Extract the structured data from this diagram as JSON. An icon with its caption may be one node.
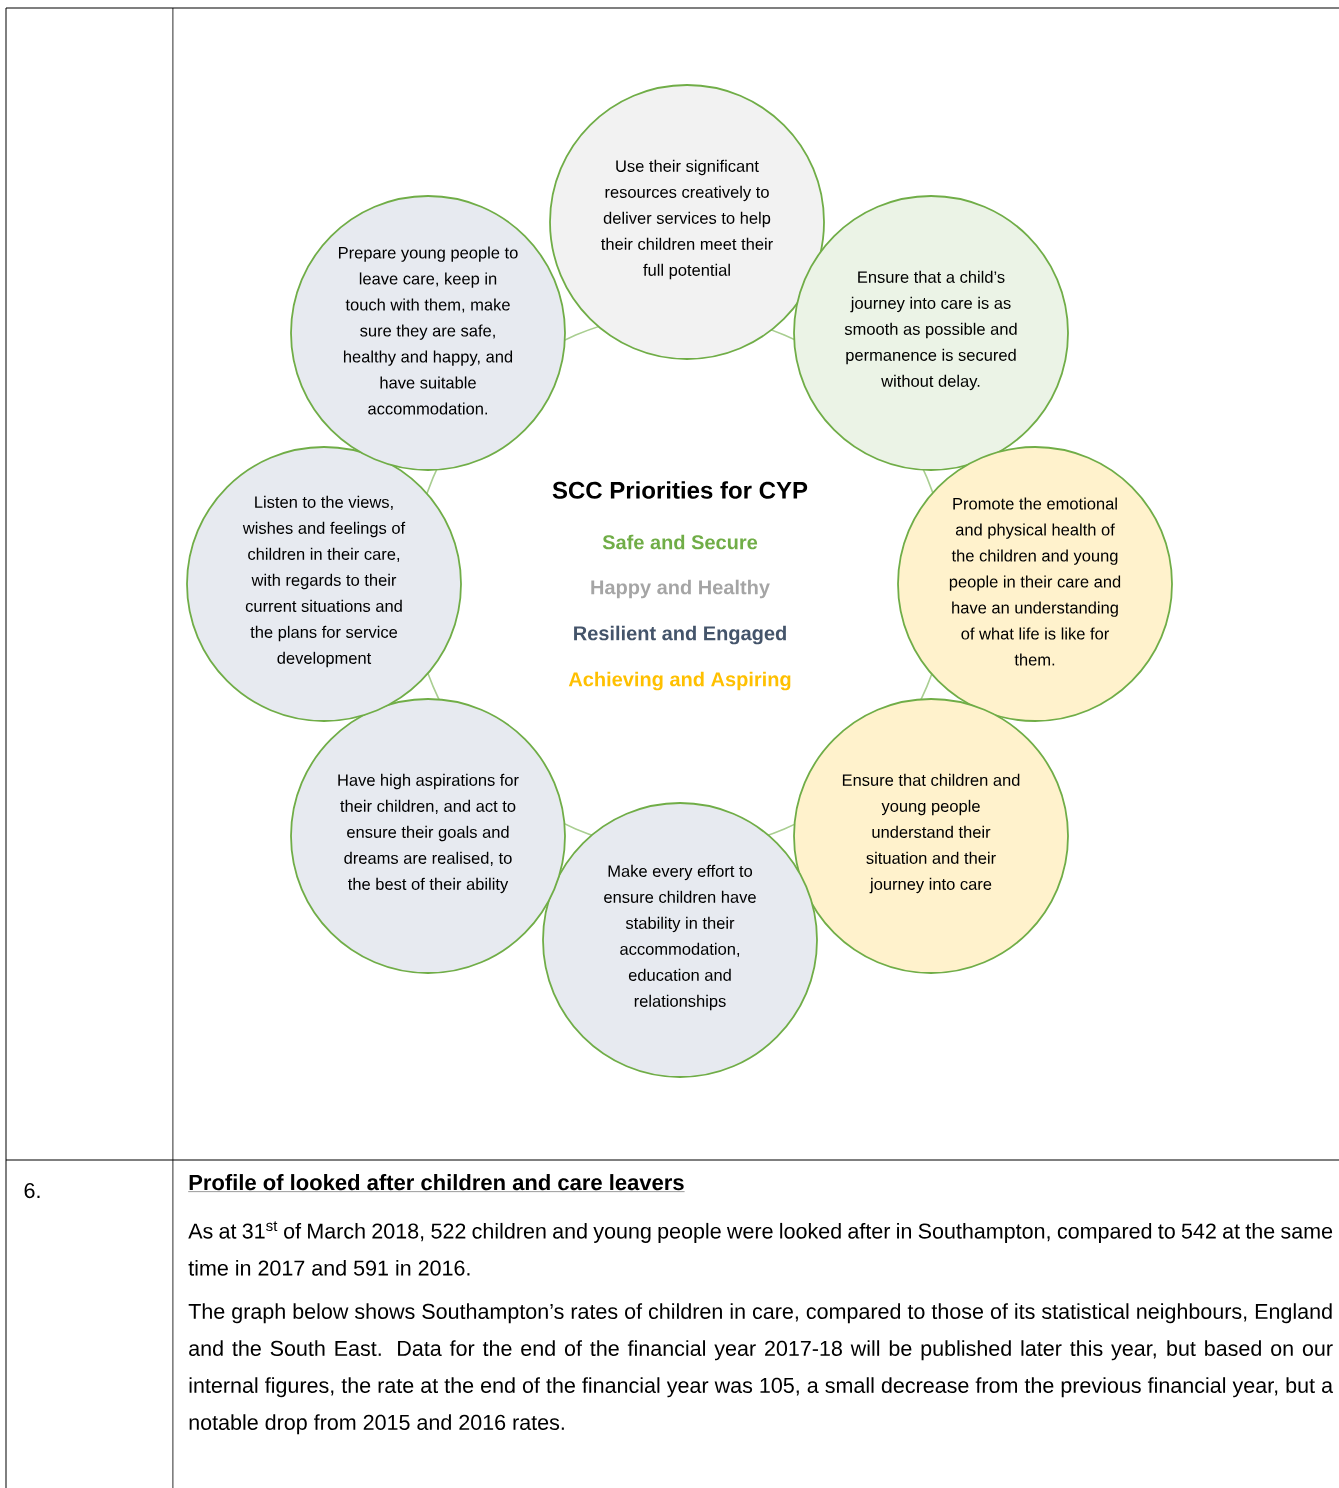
{
  "diagram": {
    "nodes": [
      {
        "text": [
          "Use their significant resources creatively to deliver services to help their children meet their full potential"
        ]
      },
      {
        "text": [
          "Ensure that a child’s journey into care is as smooth as possible and permanence is secured without delay."
        ]
      },
      {
        "text": [
          "Promote the emotional and physical health of the children and young people in their care and have an understanding of what life is like for them."
        ]
      },
      {
        "text": [
          "Ensure that children and young people understand their situation and their journey into care"
        ]
      },
      {
        "text": [
          "Make every effort to ensure children have stability in their accommodation, education and relationships"
        ]
      },
      {
        "text": [
          "Have high aspirations for their children, and act to ensure their goals and dreams are realised, to the best of their ability"
        ]
      },
      {
        "text": [
          "Listen to the views, wishes and feelings of children in their care, with regards to their current situations and the plans for service development"
        ]
      },
      {
        "text": [
          "Prepare young people to leave care, keep in touch with them, make sure they are safe, healthy and happy, and have suitable accommodation."
        ]
      }
    ],
    "labels": [
      "SCC Priorities for CYP",
      "Safe and Secure",
      "Happy and Healthy",
      "Resilient and Engaged",
      "Achieving and Aspiring",
      "6.",
      "Profile of looked after children and care leavers",
      "As at 31$^{st}$ of March 2018, 522 children and young people were looked after in Southampton, compared to 542 at the same time in 2017 and 591 in 2016.",
      "The graph below shows Southampton’s rates of children in care, compared to those of its statistical neighbours, England and the South East. Data for the end of the financial year 2017-18 will be published later this year, but based on our internal figures, the rate at the end of the financial year was 105, a small decrease from the previous financial year, but a notable drop from 2015 and 2016 rates."
    ]
  }
}
